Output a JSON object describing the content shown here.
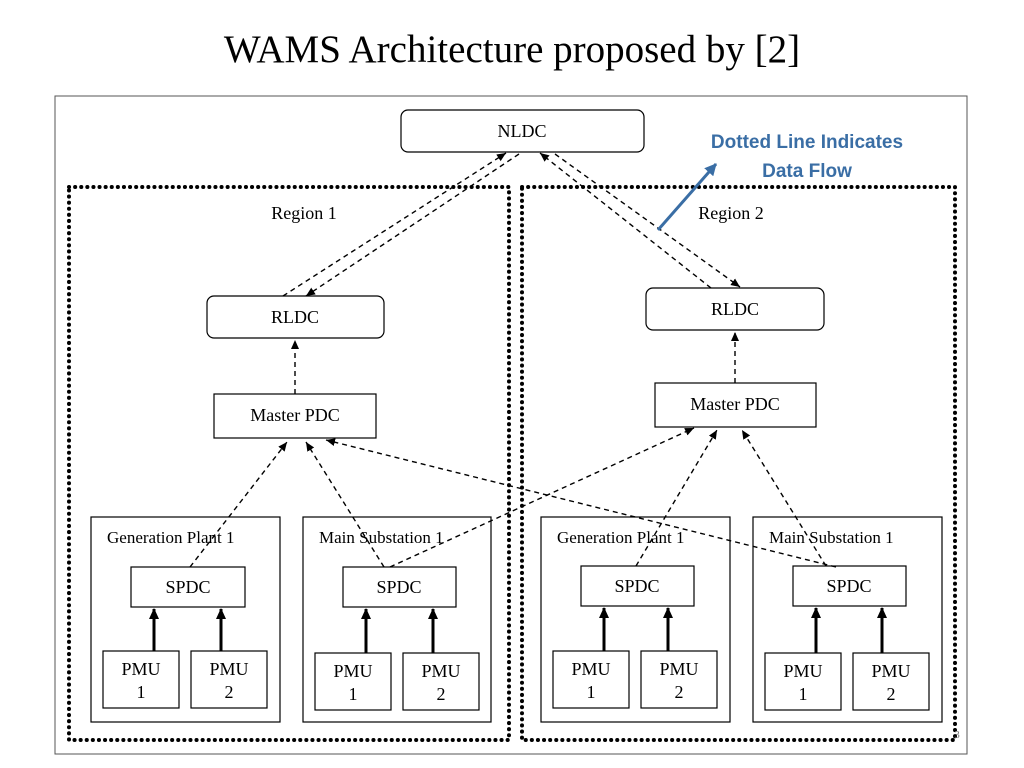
{
  "title": "WAMS Architecture proposed by [2]",
  "colors": {
    "callout": "#3A6EA5"
  },
  "callout": {
    "line1": "Dotted Line Indicates",
    "line2": "Data Flow"
  },
  "nodes": {
    "nldc": "NLDC",
    "region1": "Region 1",
    "region2": "Region 2",
    "r1_rldc": "RLDC",
    "r2_rldc": "RLDC",
    "r1_master_pdc": "Master PDC",
    "r2_master_pdc": "Master PDC",
    "r1_gen_plant": "Generation Plant 1",
    "r1_substation": "Main Substation 1",
    "r2_gen_plant": "Generation Plant 1",
    "r2_substation": "Main Substation 1",
    "spdc": "SPDC",
    "pmu": "PMU",
    "pmu1_num": "1",
    "pmu2_num": "2"
  },
  "page_number": "3"
}
